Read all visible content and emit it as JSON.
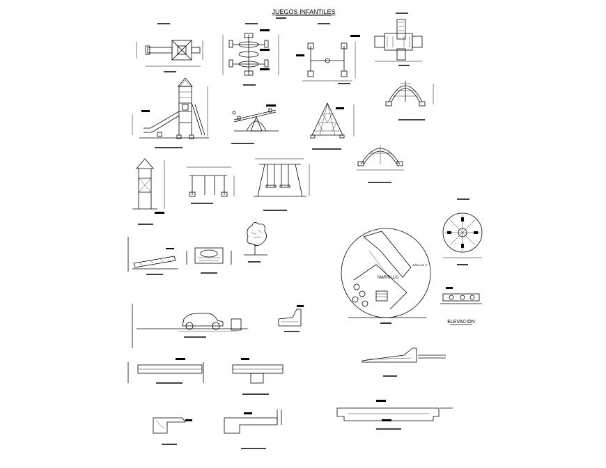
{
  "sheet": {
    "title": "JUEGOS INFANTILES",
    "labels": {
      "martillo": "MARTILLO",
      "elevacion": "ELEVACIÓN",
      "area": "AREA DE C"
    }
  },
  "colors": {
    "background": "#ffffff",
    "ink": "#000000"
  }
}
